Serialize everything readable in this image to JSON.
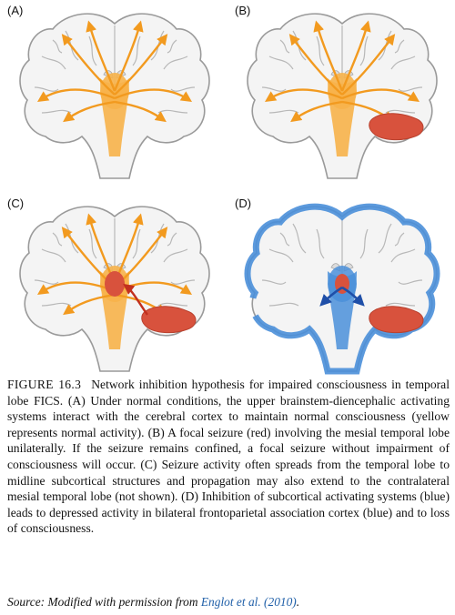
{
  "panels": [
    {
      "label": "(A)"
    },
    {
      "label": "(B)"
    },
    {
      "label": "(C)"
    },
    {
      "label": "(D)"
    }
  ],
  "colors": {
    "brain_fill": "#f4f4f4",
    "brain_outline": "#9a9a9a",
    "yellow_activity": "#f7b24a",
    "arrow_orange": "#f29a1f",
    "seizure_red": "#d8523d",
    "inhibition_blue": "#4a8fd9",
    "arrow_blue": "#1f4fa8"
  },
  "caption": {
    "figure_label": "FIGURE 16.3",
    "text": "Network inhibition hypothesis for impaired consciousness in temporal lobe FICS. (A) Under normal conditions, the upper brainstem-diencephalic activating systems interact with the cerebral cortex to maintain normal consciousness (yellow represents normal activity). (B) A focal seizure (red) involving the mesial temporal lobe unilaterally. If the seizure remains confined, a focal seizure without impairment of consciousness will occur. (C) Seizure activity often spreads from the temporal lobe to midline subcortical structures and propagation may also extend to the contralateral mesial temporal lobe (not shown). (D) Inhibition of subcortical activating systems (blue) leads to depressed activity in bilateral frontoparietal association cortex (blue) and to loss of consciousness."
  },
  "source": {
    "prefix": "Source: Modified with permission from ",
    "link_text": "Englot et al. (2010)",
    "suffix": "."
  }
}
